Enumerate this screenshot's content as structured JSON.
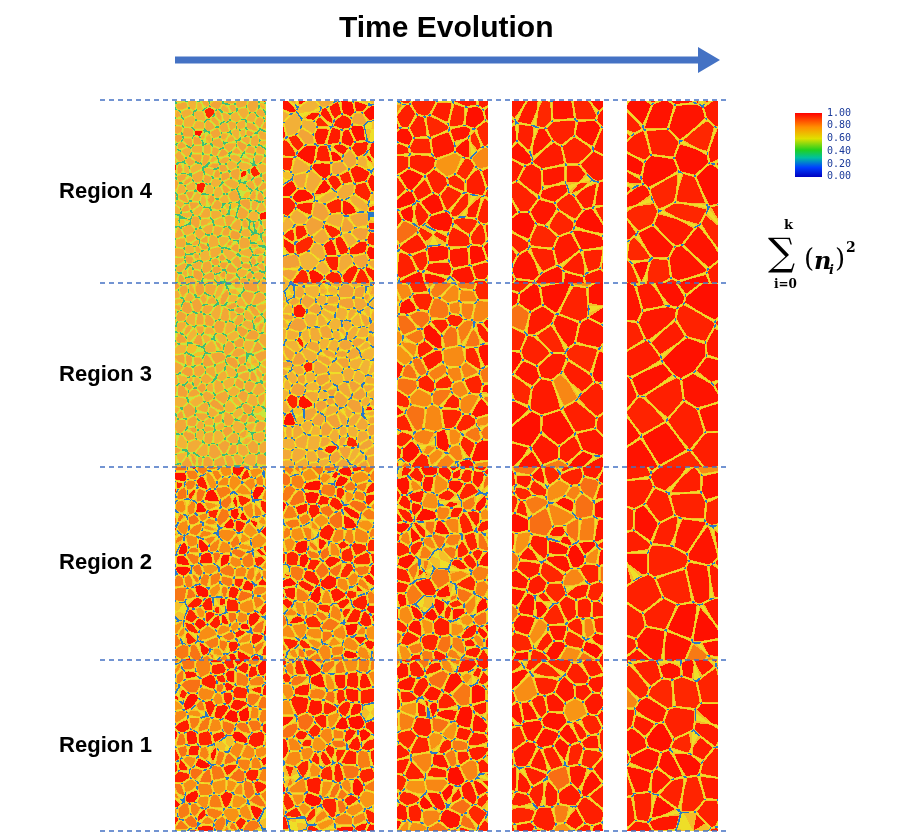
{
  "diagram": {
    "title": "Time Evolution",
    "labels": [
      "Region 4",
      "Region 3",
      "Region 2",
      "Region 1",
      "1.00",
      "0.80",
      "0.60",
      "0.40",
      "0.20",
      "0.00",
      "∑",
      "k",
      "i=0",
      "(",
      "n",
      "i",
      ")",
      "2"
    ]
  }
}
